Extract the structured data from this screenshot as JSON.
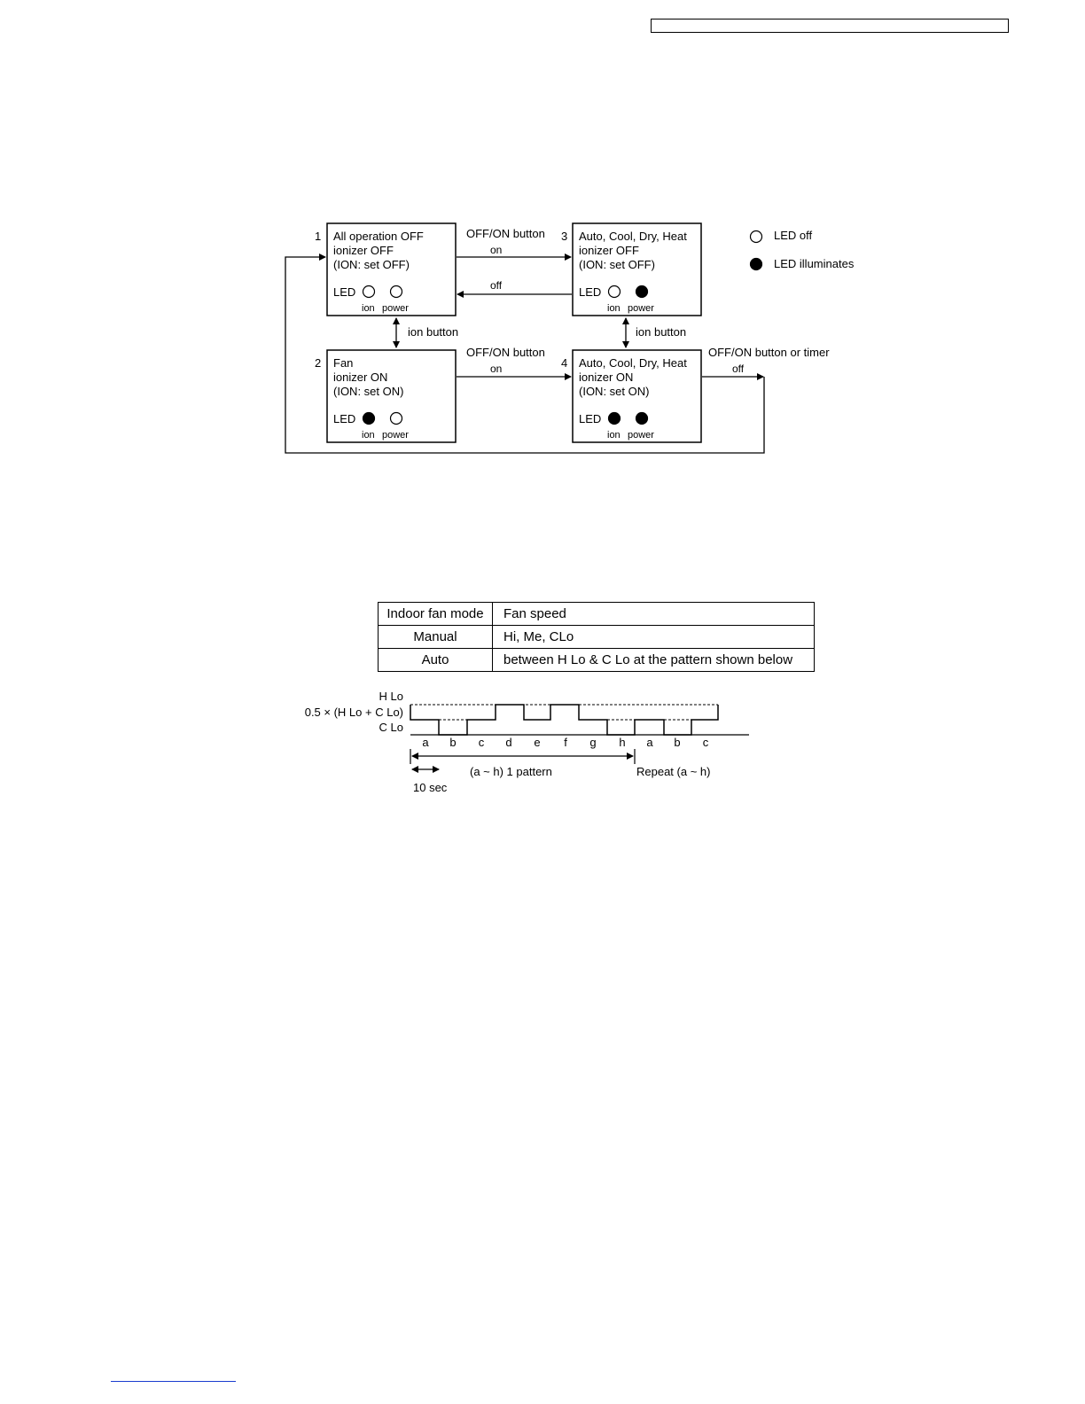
{
  "flow": {
    "states": [
      {
        "num": "1",
        "lines": [
          "All operation OFF",
          "ionizer OFF",
          "(ION: set OFF)"
        ],
        "led_label": "LED",
        "ion_label": "ion",
        "power_label": "power",
        "ion_led": "off",
        "power_led": "off"
      },
      {
        "num": "2",
        "lines": [
          "Fan",
          "ionizer ON",
          "(ION: set ON)"
        ],
        "led_label": "LED",
        "ion_label": "ion",
        "power_label": "power",
        "ion_led": "on",
        "power_led": "off"
      },
      {
        "num": "3",
        "lines": [
          "Auto, Cool, Dry, Heat",
          "ionizer OFF",
          "(ION: set OFF)"
        ],
        "led_label": "LED",
        "ion_label": "ion",
        "power_label": "power",
        "ion_led": "off",
        "power_led": "on"
      },
      {
        "num": "4",
        "lines": [
          "Auto, Cool, Dry, Heat",
          "ionizer ON",
          "(ION: set ON)"
        ],
        "led_label": "LED",
        "ion_label": "ion",
        "power_label": "power",
        "ion_led": "on",
        "power_led": "on"
      }
    ],
    "transitions": {
      "t13_title": "OFF/ON button",
      "t13_sub": "on",
      "t31": "off",
      "ion_button_left": "ion button",
      "ion_button_right": "ion button",
      "t24_title": "OFF/ON button",
      "t24_sub": "on",
      "t41_title": "OFF/ON button or timer",
      "t41_sub": "off"
    },
    "legend": {
      "off": "LED off",
      "on": "LED illuminates"
    }
  },
  "fan_table": {
    "headers": [
      "Indoor fan mode",
      "Fan speed"
    ],
    "rows": [
      [
        "Manual",
        "Hi, Me, CLo"
      ],
      [
        "Auto",
        "between H Lo & C Lo at the pattern shown below"
      ]
    ]
  },
  "timing": {
    "level_high": "H Lo",
    "level_mid": "0.5 × (H Lo + C Lo)",
    "level_low": "C Lo",
    "slots": [
      "a",
      "b",
      "c",
      "d",
      "e",
      "f",
      "g",
      "h",
      "a",
      "b",
      "c"
    ],
    "pattern_label": "(a ~ h) 1 pattern",
    "repeat_label": "Repeat (a ~ h)",
    "interval_label": "10 sec"
  }
}
